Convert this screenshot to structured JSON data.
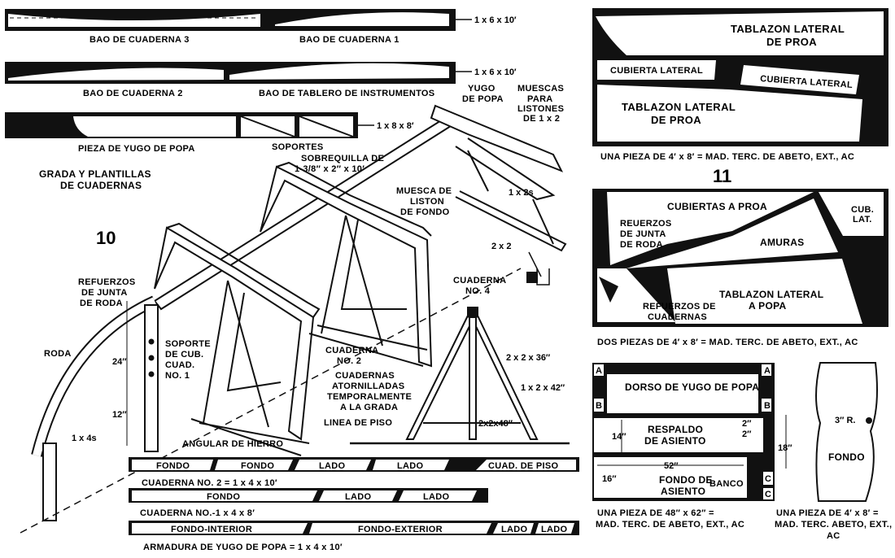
{
  "top_left": {
    "bao3": "BAO DE CUADERNA 3",
    "bao1": "BAO DE CUADERNA 1",
    "board1": "1 x 6 x 10′",
    "bao2": "BAO DE CUADERNA 2",
    "bao_tablero": "BAO DE TABLERO DE INSTRUMENTOS",
    "board2": "1 x 6 x 10′",
    "pieza_yugo": "PIEZA DE YUGO DE POPA",
    "soportes": "SOPORTES",
    "board3": "1 x 8 x 8′"
  },
  "assembly": {
    "title_line1": "GRADA Y PLANTILLAS",
    "title_line2": "DE CUADERNAS",
    "figure_number": "10",
    "yugo_de_popa": [
      "YUGO",
      "DE POPA"
    ],
    "muescas": [
      "MUESCAS",
      "PARA",
      "LISTONES",
      "DE 1 x 2"
    ],
    "sobrequilla": [
      "SOBREQUILLA DE",
      "1-3/8″ x 2″ x 10′"
    ],
    "muesca_liston": [
      "MUESCA DE",
      "LISTON",
      "DE FONDO"
    ],
    "one_by_two": "1 x 2s",
    "two_by_two": "2 x 2",
    "cuaderna4": [
      "CUADERNA",
      "NO. 4"
    ],
    "refuerzos": [
      "REFUERZOS",
      "DE JUNTA",
      "DE RODA"
    ],
    "roda": "RODA",
    "soporte": [
      "SOPORTE",
      "DE CUB.",
      "CUAD.",
      "NO. 1"
    ],
    "dim_24": "24″",
    "dim_12": "12″",
    "one_by_four": "1 x 4s",
    "angular": "ANGULAR DE HIERRO",
    "cuaderna2": [
      "CUADERNA",
      "NO. 2"
    ],
    "atornilladas": [
      "CUADERNAS",
      "ATORNILLADAS",
      "TEMPORALMENTE",
      "A LA GRADA"
    ],
    "linea_piso": "LINEA DE PISO",
    "dim_2x2x36": "2 x 2 x 36″",
    "dim_1x2x42": "1 x 2 x 42″",
    "dim_2x2x48": "2x2x48″"
  },
  "bottom_strips": {
    "row1": [
      "FONDO",
      "FONDO",
      "LADO",
      "LADO",
      "CUAD. DE PISO"
    ],
    "cap1": "CUADERNA NO. 2 = 1 x 4 x 10′",
    "row2": [
      "FONDO",
      "LADO",
      "LADO"
    ],
    "cap2": "CUADERNA NO.-1 x 4 x 8′",
    "row3": [
      "FONDO-INTERIOR",
      "FONDO-EXTERIOR",
      "LADO",
      "LADO"
    ],
    "cap3": "ARMADURA DE YUGO DE POPA = 1 x 4 x 10′"
  },
  "panel1": {
    "top": [
      "TABLAZON LATERAL",
      "DE PROA"
    ],
    "cub_left": "CUBIERTA LATERAL",
    "cub_right": "CUBIERTA LATERAL",
    "bottom": [
      "TABLAZON LATERAL",
      "DE PROA"
    ],
    "caption": "UNA PIEZA DE 4′ x 8′ = MAD. TERC. DE ABETO, EXT., AC",
    "figure_number": "11"
  },
  "panel2": {
    "cubiertas_proa": "CUBIERTAS A PROA",
    "cub_lat": [
      "CUB.",
      "LAT."
    ],
    "refuerzos_roda": [
      "REUERZOS",
      "DE JUNTA",
      "DE RODA"
    ],
    "amuras": "AMURAS",
    "refuerzos_cuad": [
      "REFUERZOS DE",
      "CUADERNAS"
    ],
    "tablazon_popa": [
      "TABLAZON LATERAL",
      "A POPA"
    ],
    "caption": "DOS PIEZAS DE 4′ x 8′ = MAD. TERC. DE ABETO, EXT., AC"
  },
  "panel3": {
    "corner_a": "A",
    "corner_b": "B",
    "corner_c": "C",
    "dorso": "DORSO DE YUGO DE POPA",
    "respaldo": [
      "RESPALDO",
      "DE ASIENTO"
    ],
    "dim_14": "14″",
    "dim_2a": "2″",
    "dim_2b": "2″",
    "dim_18": "18″",
    "dim_52": "52″",
    "dim_16": "16″",
    "fondo_asiento": [
      "FONDO DE",
      "ASIENTO"
    ],
    "banco": "BANCO",
    "caption": [
      "UNA PIEZA DE 48″ x 62″ =",
      "MAD. TERC. DE ABETO, EXT., AC"
    ]
  },
  "panel4": {
    "radius": "3″ R.",
    "fondo": "FONDO",
    "caption": [
      "UNA PIEZA DE 4′ x 8′ =",
      "MAD. TERC. ABETO, EXT.,",
      "AC"
    ]
  }
}
